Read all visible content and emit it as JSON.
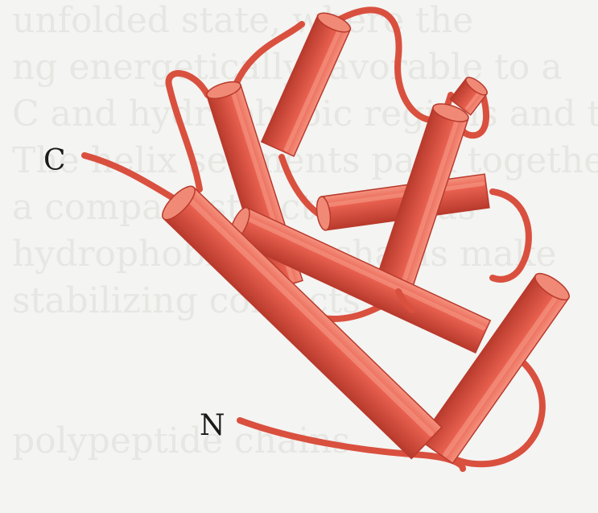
{
  "labels": {
    "c_terminus": "C",
    "n_terminus": "N"
  },
  "colors": {
    "helix_fill": "#e8604f",
    "helix_dark": "#b83a2c",
    "helix_light": "#f5927f",
    "helix_end": "#f08a76",
    "coil": "#d9503f",
    "background": "#f4f4f2",
    "ghost_text": "#e6e6e3"
  },
  "ghost_text_lines": [
    "unfolded state, where the",
    "ng energetically favorable to a",
    "C and hydrophobic regions and the",
    "The helix segments pack together",
    "a compact structure, thus",
    "hydrophobic side chains make",
    "stabilizing contacts",
    "",
    "",
    "polypeptide chains"
  ]
}
